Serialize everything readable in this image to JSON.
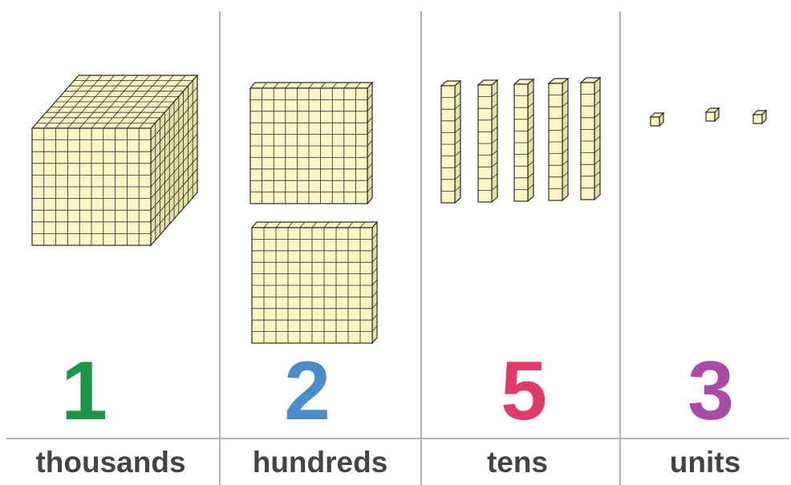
{
  "colors": {
    "block_fill": "#fbf6c4",
    "block_side": "#e6dfa6",
    "block_stroke": "#2b2b2b",
    "divider": "#b3b3b3",
    "label_text": "#444444"
  },
  "columns": [
    {
      "digit": "1",
      "label": "thousands",
      "color": "#1f9548",
      "blocks": 1
    },
    {
      "digit": "2",
      "label": "hundreds",
      "color": "#4a8ccc",
      "blocks": 2
    },
    {
      "digit": "5",
      "label": "tens",
      "color": "#e23a6c",
      "blocks": 5
    },
    {
      "digit": "3",
      "label": "units",
      "color": "#a94ca6",
      "blocks": 3
    }
  ]
}
